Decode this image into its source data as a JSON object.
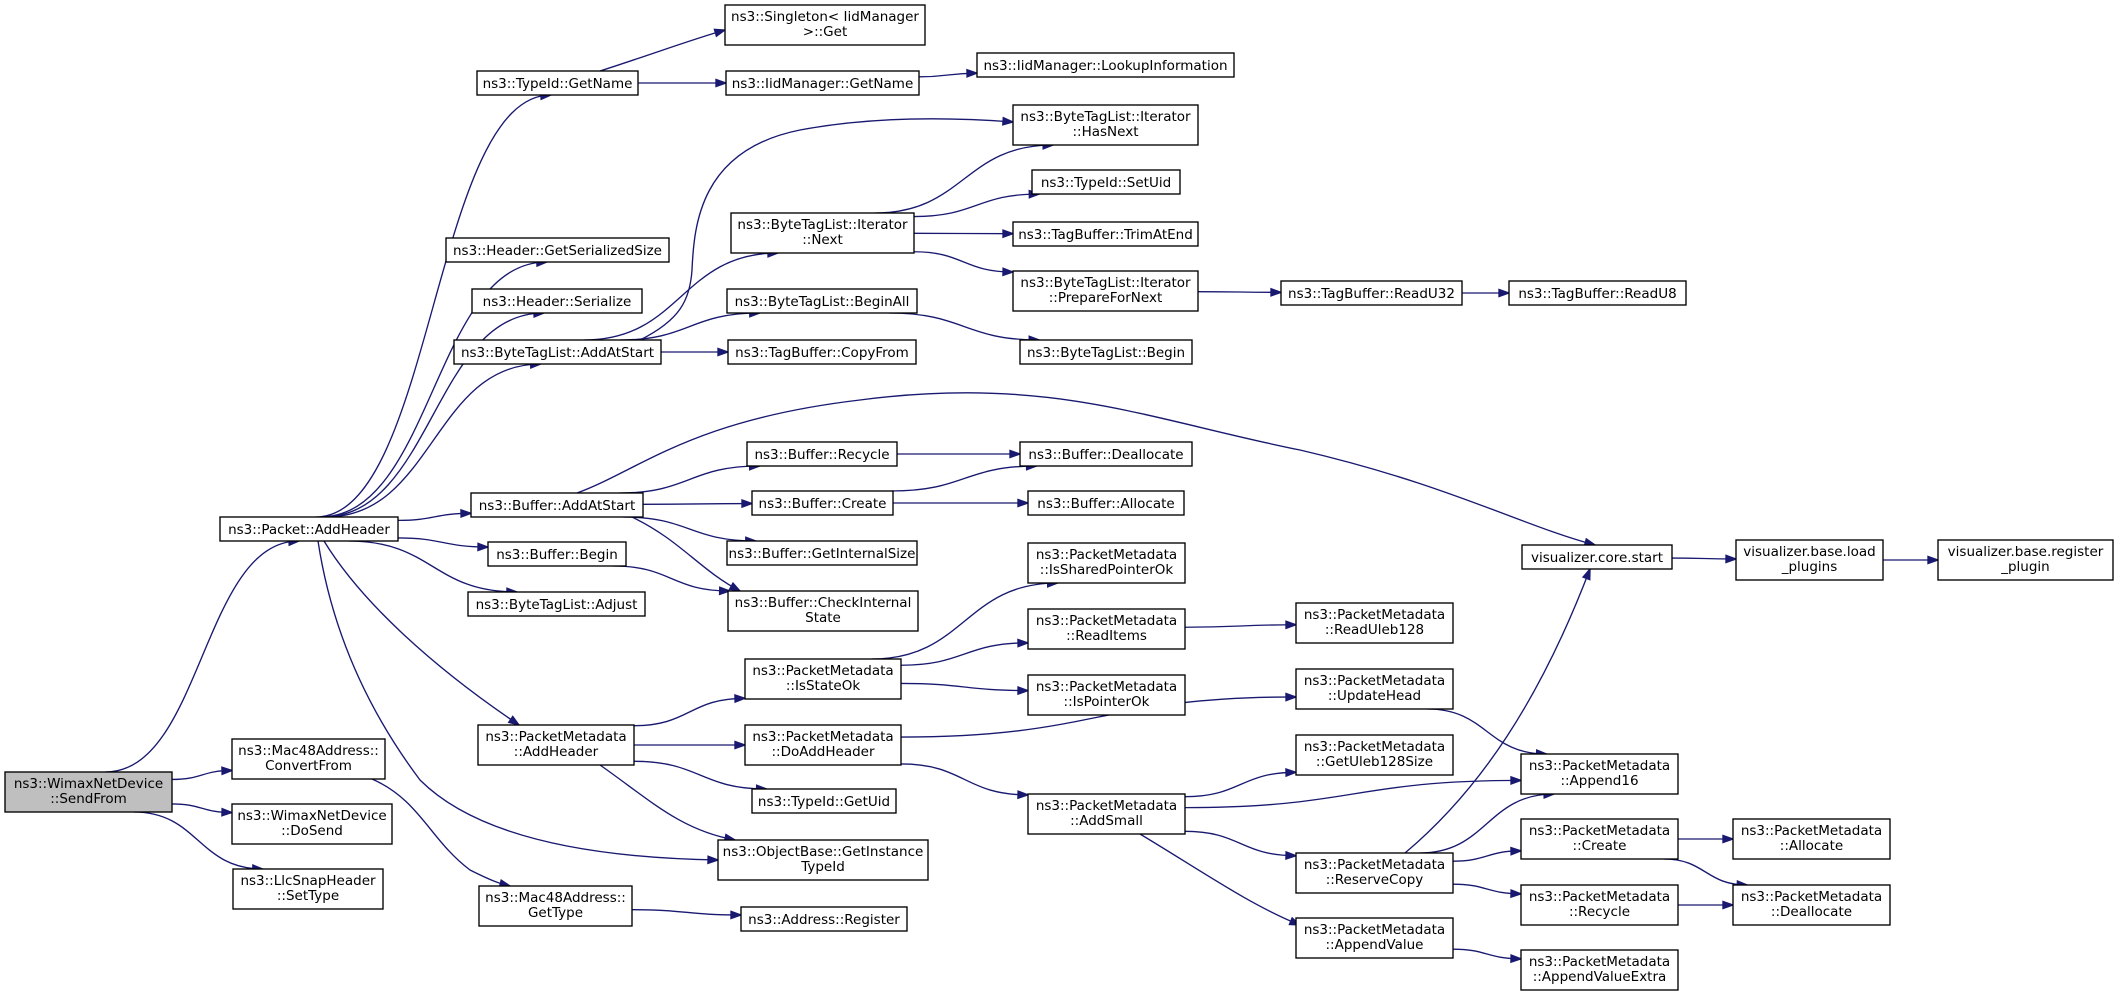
{
  "diagram": {
    "edge_color": "#191970",
    "root_fill": "#bfbfbf",
    "nodes": {
      "root": {
        "lines": [
          "ns3::WimaxNetDevice",
          "::SendFrom"
        ]
      },
      "addHeader": {
        "lines": [
          "ns3::Packet::AddHeader"
        ]
      },
      "convertFrom": {
        "lines": [
          "ns3::Mac48Address::",
          "ConvertFrom"
        ]
      },
      "doSend": {
        "lines": [
          "ns3::WimaxNetDevice",
          "::DoSend"
        ]
      },
      "setType": {
        "lines": [
          "ns3::LlcSnapHeader",
          "::SetType"
        ]
      },
      "typeIdGetName": {
        "lines": [
          "ns3::TypeId::GetName"
        ]
      },
      "singletonGet": {
        "lines": [
          "ns3::Singleton< IidManager",
          " >::Get"
        ]
      },
      "iidGetName": {
        "lines": [
          "ns3::IidManager::GetName"
        ]
      },
      "lookupInfo": {
        "lines": [
          "ns3::IidManager::LookupInformation"
        ]
      },
      "getSerializedSize": {
        "lines": [
          "ns3::Header::GetSerializedSize"
        ]
      },
      "headerSerialize": {
        "lines": [
          "ns3::Header::Serialize"
        ]
      },
      "btlAddAtStart": {
        "lines": [
          "ns3::ByteTagList::AddAtStart"
        ]
      },
      "btlIterNext": {
        "lines": [
          "ns3::ByteTagList::Iterator",
          "::Next"
        ]
      },
      "btlHasNext": {
        "lines": [
          "ns3::ByteTagList::Iterator",
          "::HasNext"
        ]
      },
      "typeIdSetUid": {
        "lines": [
          "ns3::TypeId::SetUid"
        ]
      },
      "tagTrimAtEnd": {
        "lines": [
          "ns3::TagBuffer::TrimAtEnd"
        ]
      },
      "prepareForNext": {
        "lines": [
          "ns3::ByteTagList::Iterator",
          "::PrepareForNext"
        ]
      },
      "readU32": {
        "lines": [
          "ns3::TagBuffer::ReadU32"
        ]
      },
      "readU8": {
        "lines": [
          "ns3::TagBuffer::ReadU8"
        ]
      },
      "btlBeginAll": {
        "lines": [
          "ns3::ByteTagList::BeginAll"
        ]
      },
      "btlBegin": {
        "lines": [
          "ns3::ByteTagList::Begin"
        ]
      },
      "tagCopyFrom": {
        "lines": [
          "ns3::TagBuffer::CopyFrom"
        ]
      },
      "bufAddAtStart": {
        "lines": [
          "ns3::Buffer::AddAtStart"
        ]
      },
      "bufRecycle": {
        "lines": [
          "ns3::Buffer::Recycle"
        ]
      },
      "bufDeallocate": {
        "lines": [
          "ns3::Buffer::Deallocate"
        ]
      },
      "bufCreate": {
        "lines": [
          "ns3::Buffer::Create"
        ]
      },
      "bufAllocate": {
        "lines": [
          "ns3::Buffer::Allocate"
        ]
      },
      "bufGetInternalSize": {
        "lines": [
          "ns3::Buffer::GetInternalSize"
        ]
      },
      "bufBegin": {
        "lines": [
          "ns3::Buffer::Begin"
        ]
      },
      "bufCheckInternal": {
        "lines": [
          "ns3::Buffer::CheckInternal",
          "State"
        ]
      },
      "btlAdjust": {
        "lines": [
          "ns3::ByteTagList::Adjust"
        ]
      },
      "vizCoreStart": {
        "lines": [
          "visualizer.core.start"
        ]
      },
      "vizLoadPlugins": {
        "lines": [
          "visualizer.base.load",
          "_plugins"
        ]
      },
      "vizRegisterPlugin": {
        "lines": [
          "visualizer.base.register",
          "_plugin"
        ]
      },
      "pmIsSharedPtrOk": {
        "lines": [
          "ns3::PacketMetadata",
          "::IsSharedPointerOk"
        ]
      },
      "pmReadItems": {
        "lines": [
          "ns3::PacketMetadata",
          "::ReadItems"
        ]
      },
      "pmReadUleb128": {
        "lines": [
          "ns3::PacketMetadata",
          "::ReadUleb128"
        ]
      },
      "pmIsStateOk": {
        "lines": [
          "ns3::PacketMetadata",
          "::IsStateOk"
        ]
      },
      "pmIsPointerOk": {
        "lines": [
          "ns3::PacketMetadata",
          "::IsPointerOk"
        ]
      },
      "pmAddHeader": {
        "lines": [
          "ns3::PacketMetadata",
          "::AddHeader"
        ]
      },
      "pmDoAddHeader": {
        "lines": [
          "ns3::PacketMetadata",
          "::DoAddHeader"
        ]
      },
      "pmUpdateHead": {
        "lines": [
          "ns3::PacketMetadata",
          "::UpdateHead"
        ]
      },
      "pmGetUleb128Size": {
        "lines": [
          "ns3::PacketMetadata",
          "::GetUleb128Size"
        ]
      },
      "pmAppend16": {
        "lines": [
          "ns3::PacketMetadata",
          "::Append16"
        ]
      },
      "typeIdGetUid": {
        "lines": [
          "ns3::TypeId::GetUid"
        ]
      },
      "pmAddSmall": {
        "lines": [
          "ns3::PacketMetadata",
          "::AddSmall"
        ]
      },
      "objGetInstanceTypeId": {
        "lines": [
          "ns3::ObjectBase::GetInstance",
          "TypeId"
        ]
      },
      "pmReserveCopy": {
        "lines": [
          "ns3::PacketMetadata",
          "::ReserveCopy"
        ]
      },
      "pmCreate": {
        "lines": [
          "ns3::PacketMetadata",
          "::Create"
        ]
      },
      "pmAllocate": {
        "lines": [
          "ns3::PacketMetadata",
          "::Allocate"
        ]
      },
      "pmRecycle": {
        "lines": [
          "ns3::PacketMetadata",
          "::Recycle"
        ]
      },
      "pmDeallocate": {
        "lines": [
          "ns3::PacketMetadata",
          "::Deallocate"
        ]
      },
      "macGetType": {
        "lines": [
          "ns3::Mac48Address::",
          "GetType"
        ]
      },
      "addrRegister": {
        "lines": [
          "ns3::Address::Register"
        ]
      },
      "pmAppendValue": {
        "lines": [
          "ns3::PacketMetadata",
          "::AppendValue"
        ]
      },
      "pmAppendValueExtra": {
        "lines": [
          "ns3::PacketMetadata",
          "::AppendValueExtra"
        ]
      }
    },
    "edges": [
      [
        "root",
        "addHeader"
      ],
      [
        "root",
        "convertFrom"
      ],
      [
        "root",
        "doSend"
      ],
      [
        "root",
        "setType"
      ],
      [
        "addHeader",
        "typeIdGetName"
      ],
      [
        "addHeader",
        "getSerializedSize"
      ],
      [
        "addHeader",
        "headerSerialize"
      ],
      [
        "addHeader",
        "btlAddAtStart"
      ],
      [
        "addHeader",
        "bufAddAtStart"
      ],
      [
        "addHeader",
        "bufBegin"
      ],
      [
        "addHeader",
        "btlAdjust"
      ],
      [
        "addHeader",
        "pmAddHeader"
      ],
      [
        "addHeader",
        "objGetInstanceTypeId"
      ],
      [
        "typeIdGetName",
        "singletonGet"
      ],
      [
        "typeIdGetName",
        "iidGetName"
      ],
      [
        "iidGetName",
        "lookupInfo"
      ],
      [
        "btlAddAtStart",
        "btlHasNext"
      ],
      [
        "btlAddAtStart",
        "btlIterNext"
      ],
      [
        "btlAddAtStart",
        "btlBeginAll"
      ],
      [
        "btlAddAtStart",
        "tagCopyFrom"
      ],
      [
        "btlIterNext",
        "btlHasNext"
      ],
      [
        "btlIterNext",
        "typeIdSetUid"
      ],
      [
        "btlIterNext",
        "tagTrimAtEnd"
      ],
      [
        "btlIterNext",
        "prepareForNext"
      ],
      [
        "prepareForNext",
        "readU32"
      ],
      [
        "readU32",
        "readU8"
      ],
      [
        "btlBeginAll",
        "btlBegin"
      ],
      [
        "bufAddAtStart",
        "vizCoreStart"
      ],
      [
        "bufAddAtStart",
        "bufRecycle"
      ],
      [
        "bufAddAtStart",
        "bufCreate"
      ],
      [
        "bufAddAtStart",
        "bufGetInternalSize"
      ],
      [
        "bufAddAtStart",
        "bufCheckInternal"
      ],
      [
        "bufRecycle",
        "bufDeallocate"
      ],
      [
        "bufCreate",
        "bufDeallocate"
      ],
      [
        "bufCreate",
        "bufAllocate"
      ],
      [
        "bufBegin",
        "bufCheckInternal"
      ],
      [
        "vizCoreStart",
        "vizLoadPlugins"
      ],
      [
        "vizLoadPlugins",
        "vizRegisterPlugin"
      ],
      [
        "pmAddHeader",
        "pmIsStateOk"
      ],
      [
        "pmAddHeader",
        "pmDoAddHeader"
      ],
      [
        "pmAddHeader",
        "typeIdGetUid"
      ],
      [
        "pmAddHeader",
        "objGetInstanceTypeId"
      ],
      [
        "pmIsStateOk",
        "pmIsSharedPtrOk"
      ],
      [
        "pmIsStateOk",
        "pmReadItems"
      ],
      [
        "pmIsStateOk",
        "pmIsPointerOk"
      ],
      [
        "pmReadItems",
        "pmReadUleb128"
      ],
      [
        "pmDoAddHeader",
        "pmUpdateHead"
      ],
      [
        "pmDoAddHeader",
        "pmAddSmall"
      ],
      [
        "pmUpdateHead",
        "pmAppend16"
      ],
      [
        "pmAddSmall",
        "pmGetUleb128Size"
      ],
      [
        "pmAddSmall",
        "pmAppend16"
      ],
      [
        "pmAddSmall",
        "pmReserveCopy"
      ],
      [
        "pmAddSmall",
        "pmAppendValue"
      ],
      [
        "pmReserveCopy",
        "vizCoreStart"
      ],
      [
        "pmReserveCopy",
        "pmAppend16"
      ],
      [
        "pmReserveCopy",
        "pmCreate"
      ],
      [
        "pmReserveCopy",
        "pmRecycle"
      ],
      [
        "pmCreate",
        "pmAllocate"
      ],
      [
        "pmCreate",
        "pmDeallocate"
      ],
      [
        "pmRecycle",
        "pmDeallocate"
      ],
      [
        "convertFrom",
        "macGetType"
      ],
      [
        "macGetType",
        "addrRegister"
      ],
      [
        "pmAppendValue",
        "pmAppendValueExtra"
      ]
    ]
  }
}
